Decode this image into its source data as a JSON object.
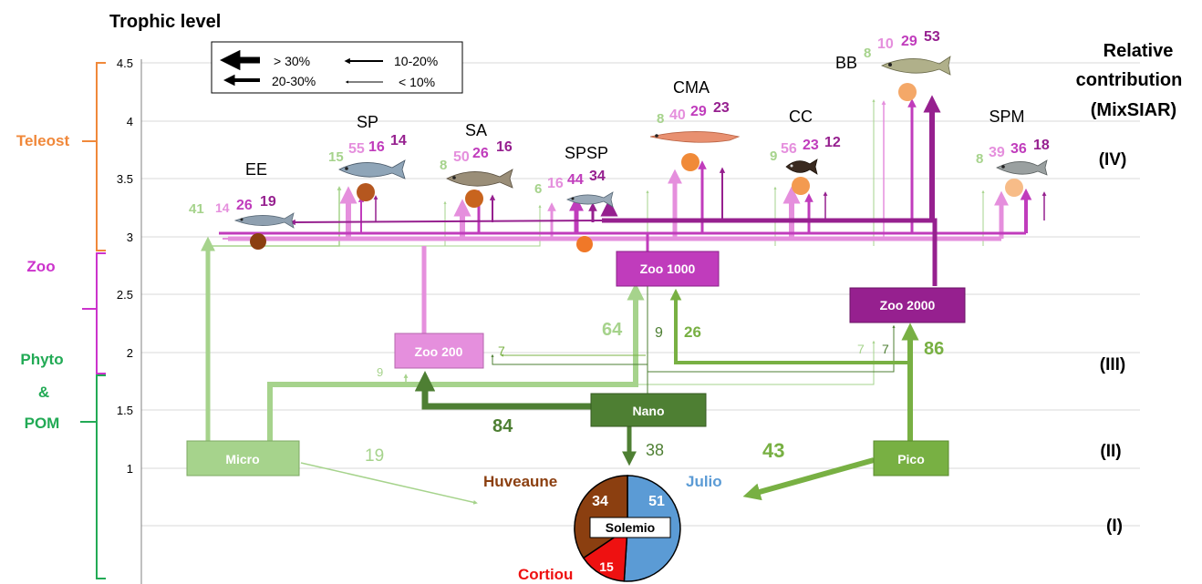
{
  "title": "Trophic level",
  "right_title": [
    "Relative",
    "contribution",
    "(MixSIAR)"
  ],
  "y_ticks": [
    "4.5",
    "4",
    "3.5",
    "3",
    "2.5",
    "2",
    "1.5",
    "1"
  ],
  "levels": [
    "(IV)",
    "(III)",
    "(II)",
    "(I)"
  ],
  "groups": [
    {
      "label": "Teleost",
      "color": "#f0883a"
    },
    {
      "label": "Zoo",
      "color": "#cc33cc"
    },
    {
      "label": "Phyto",
      "color": "#22aa55"
    },
    {
      "label": "&",
      "color": "#22aa55"
    },
    {
      "label": "POM",
      "color": "#22aa55"
    }
  ],
  "legend": {
    "gt30": "> 30%",
    "r20_30": "20-30%",
    "r10_20": "10-20%",
    "lt10": "< 10%"
  },
  "colors": {
    "micro": "#a6d38c",
    "nano": "#4e7f33",
    "pico": "#78b043",
    "zoo200": "#e58fdd",
    "zoo1000": "#c03cbc",
    "zoo2000": "#96208f",
    "huveaune": "#8b3f10",
    "julio": "#5b9bd5",
    "cortiou": "#ee1111"
  },
  "boxes": {
    "micro": "Micro",
    "nano": "Nano",
    "pico": "Pico",
    "zoo200": "Zoo 200",
    "zoo1000": "Zoo 1000",
    "zoo2000": "Zoo 2000"
  },
  "species": [
    {
      "name": "EE",
      "values": [
        "41",
        "14",
        "26",
        "19"
      ]
    },
    {
      "name": "SP",
      "values": [
        "15",
        "55",
        "16",
        "14"
      ]
    },
    {
      "name": "SA",
      "values": [
        "8",
        "50",
        "26",
        "16"
      ]
    },
    {
      "name": "SPSP",
      "values": [
        "6",
        "16",
        "44",
        "34"
      ]
    },
    {
      "name": "CMA",
      "values": [
        "8",
        "40",
        "29",
        "23"
      ]
    },
    {
      "name": "CC",
      "values": [
        "9",
        "56",
        "23",
        "12"
      ]
    },
    {
      "name": "BB",
      "values": [
        "8",
        "10",
        "29",
        "53"
      ]
    },
    {
      "name": "SPM",
      "values": [
        "8",
        "39",
        "36",
        "18"
      ]
    }
  ],
  "flows": {
    "micro_to_solemio": "19",
    "micro_to_zoo200": "9",
    "micro_to_zoo1000": "64",
    "nano_to_zoo200": "84",
    "nano_to_zoo1000": "9",
    "pico_to_zoo1000": "26",
    "nano_to_solemio": "38",
    "pico_to_solemio": "43",
    "pico_to_zoo2000": "86",
    "zoo2000_from_7a": "7",
    "zoo2000_from_7b": "7",
    "zoo200_from_7": "7"
  },
  "pie": {
    "label": "Solemio",
    "segments": [
      {
        "name": "Julio",
        "value": "51"
      },
      {
        "name": "Cortiou",
        "value": "15"
      },
      {
        "name": "Huveaune",
        "value": "34"
      }
    ]
  },
  "fish_icons": {
    "EE": "anchovy-icon",
    "SP": "sardine-icon",
    "SA": "sardine-icon",
    "SPSP": "sprat-icon",
    "CMA": "red-bandfish-icon",
    "CC": "damselfish-icon",
    "BB": "bogue-icon",
    "SPM": "picarel-icon"
  }
}
